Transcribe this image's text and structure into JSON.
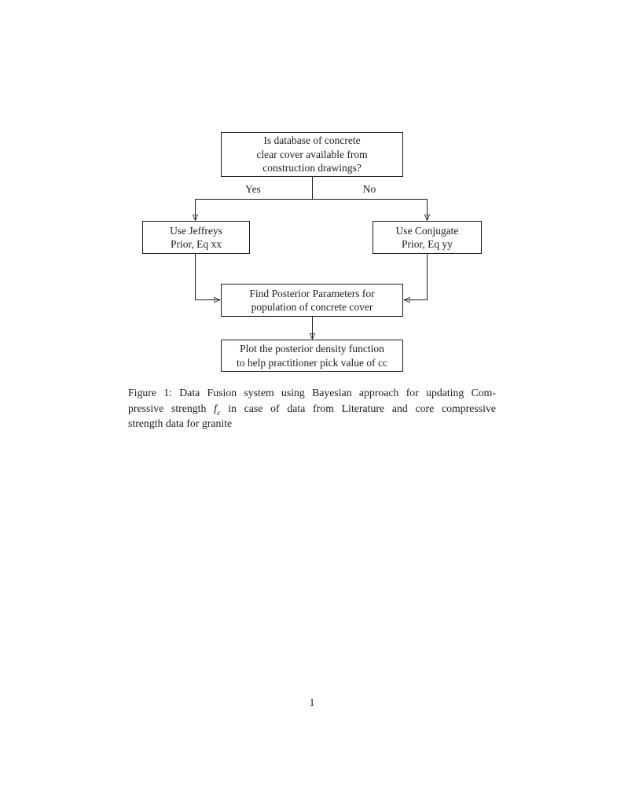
{
  "page": {
    "number": "1"
  },
  "figure": {
    "flowchart": {
      "decision": {
        "lines": [
          "Is database of concrete",
          "clear cover available from",
          "construction drawings?"
        ]
      },
      "yes_label": "Yes",
      "no_label": "No",
      "jeffreys": {
        "lines": [
          "Use Jeffreys",
          "Prior, Eq xx"
        ]
      },
      "conjugate": {
        "lines": [
          "Use Conjugate",
          "Prior, Eq yy"
        ]
      },
      "posterior": {
        "lines": [
          "Find Posterior Parameters for",
          "population of concrete cover"
        ]
      },
      "plot": {
        "lines": [
          "Plot the posterior density function",
          "to help practitioner pick value of cc"
        ]
      }
    },
    "caption": {
      "line1": "Figure 1: Data Fusion system using Bayesian approach for updating Com-",
      "line2_pre": "pressive strength ",
      "math_base": "f",
      "math_sub": "c",
      "line2_post": " in case of data from Literature and core compressive",
      "line3": "strength data for granite"
    }
  },
  "colors": {
    "ink": "#1c1c1c",
    "background": "#ffffff"
  }
}
